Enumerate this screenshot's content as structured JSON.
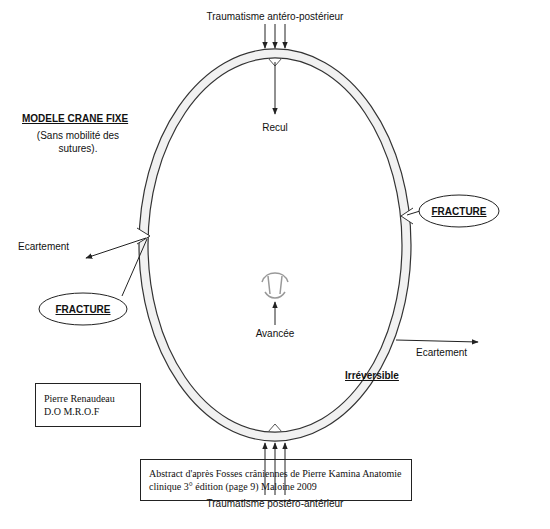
{
  "diagram": {
    "nodes": [
      {
        "text": [
          "FRACTURE"
        ]
      },
      {
        "text": [
          "FRACTURE"
        ]
      },
      {
        "text": [
          "Pierre Renaudeau D.O M.R.O.F"
        ]
      },
      {
        "text": [
          "Abstract d'après Fosses crâniennes de Pierre Kamina Anatomie clinique 3° édition (page 9) Maloine 2009"
        ]
      }
    ],
    "labels": [
      "Traumatisme antéro-postérieur",
      "MODELE CRANE FIXE",
      "(Sans mobilité des sutures).",
      "Recul",
      "Ecartement",
      "Ecartement",
      "Avancée",
      "Irréversible",
      "Traumatisme postéro-antérieur"
    ]
  }
}
